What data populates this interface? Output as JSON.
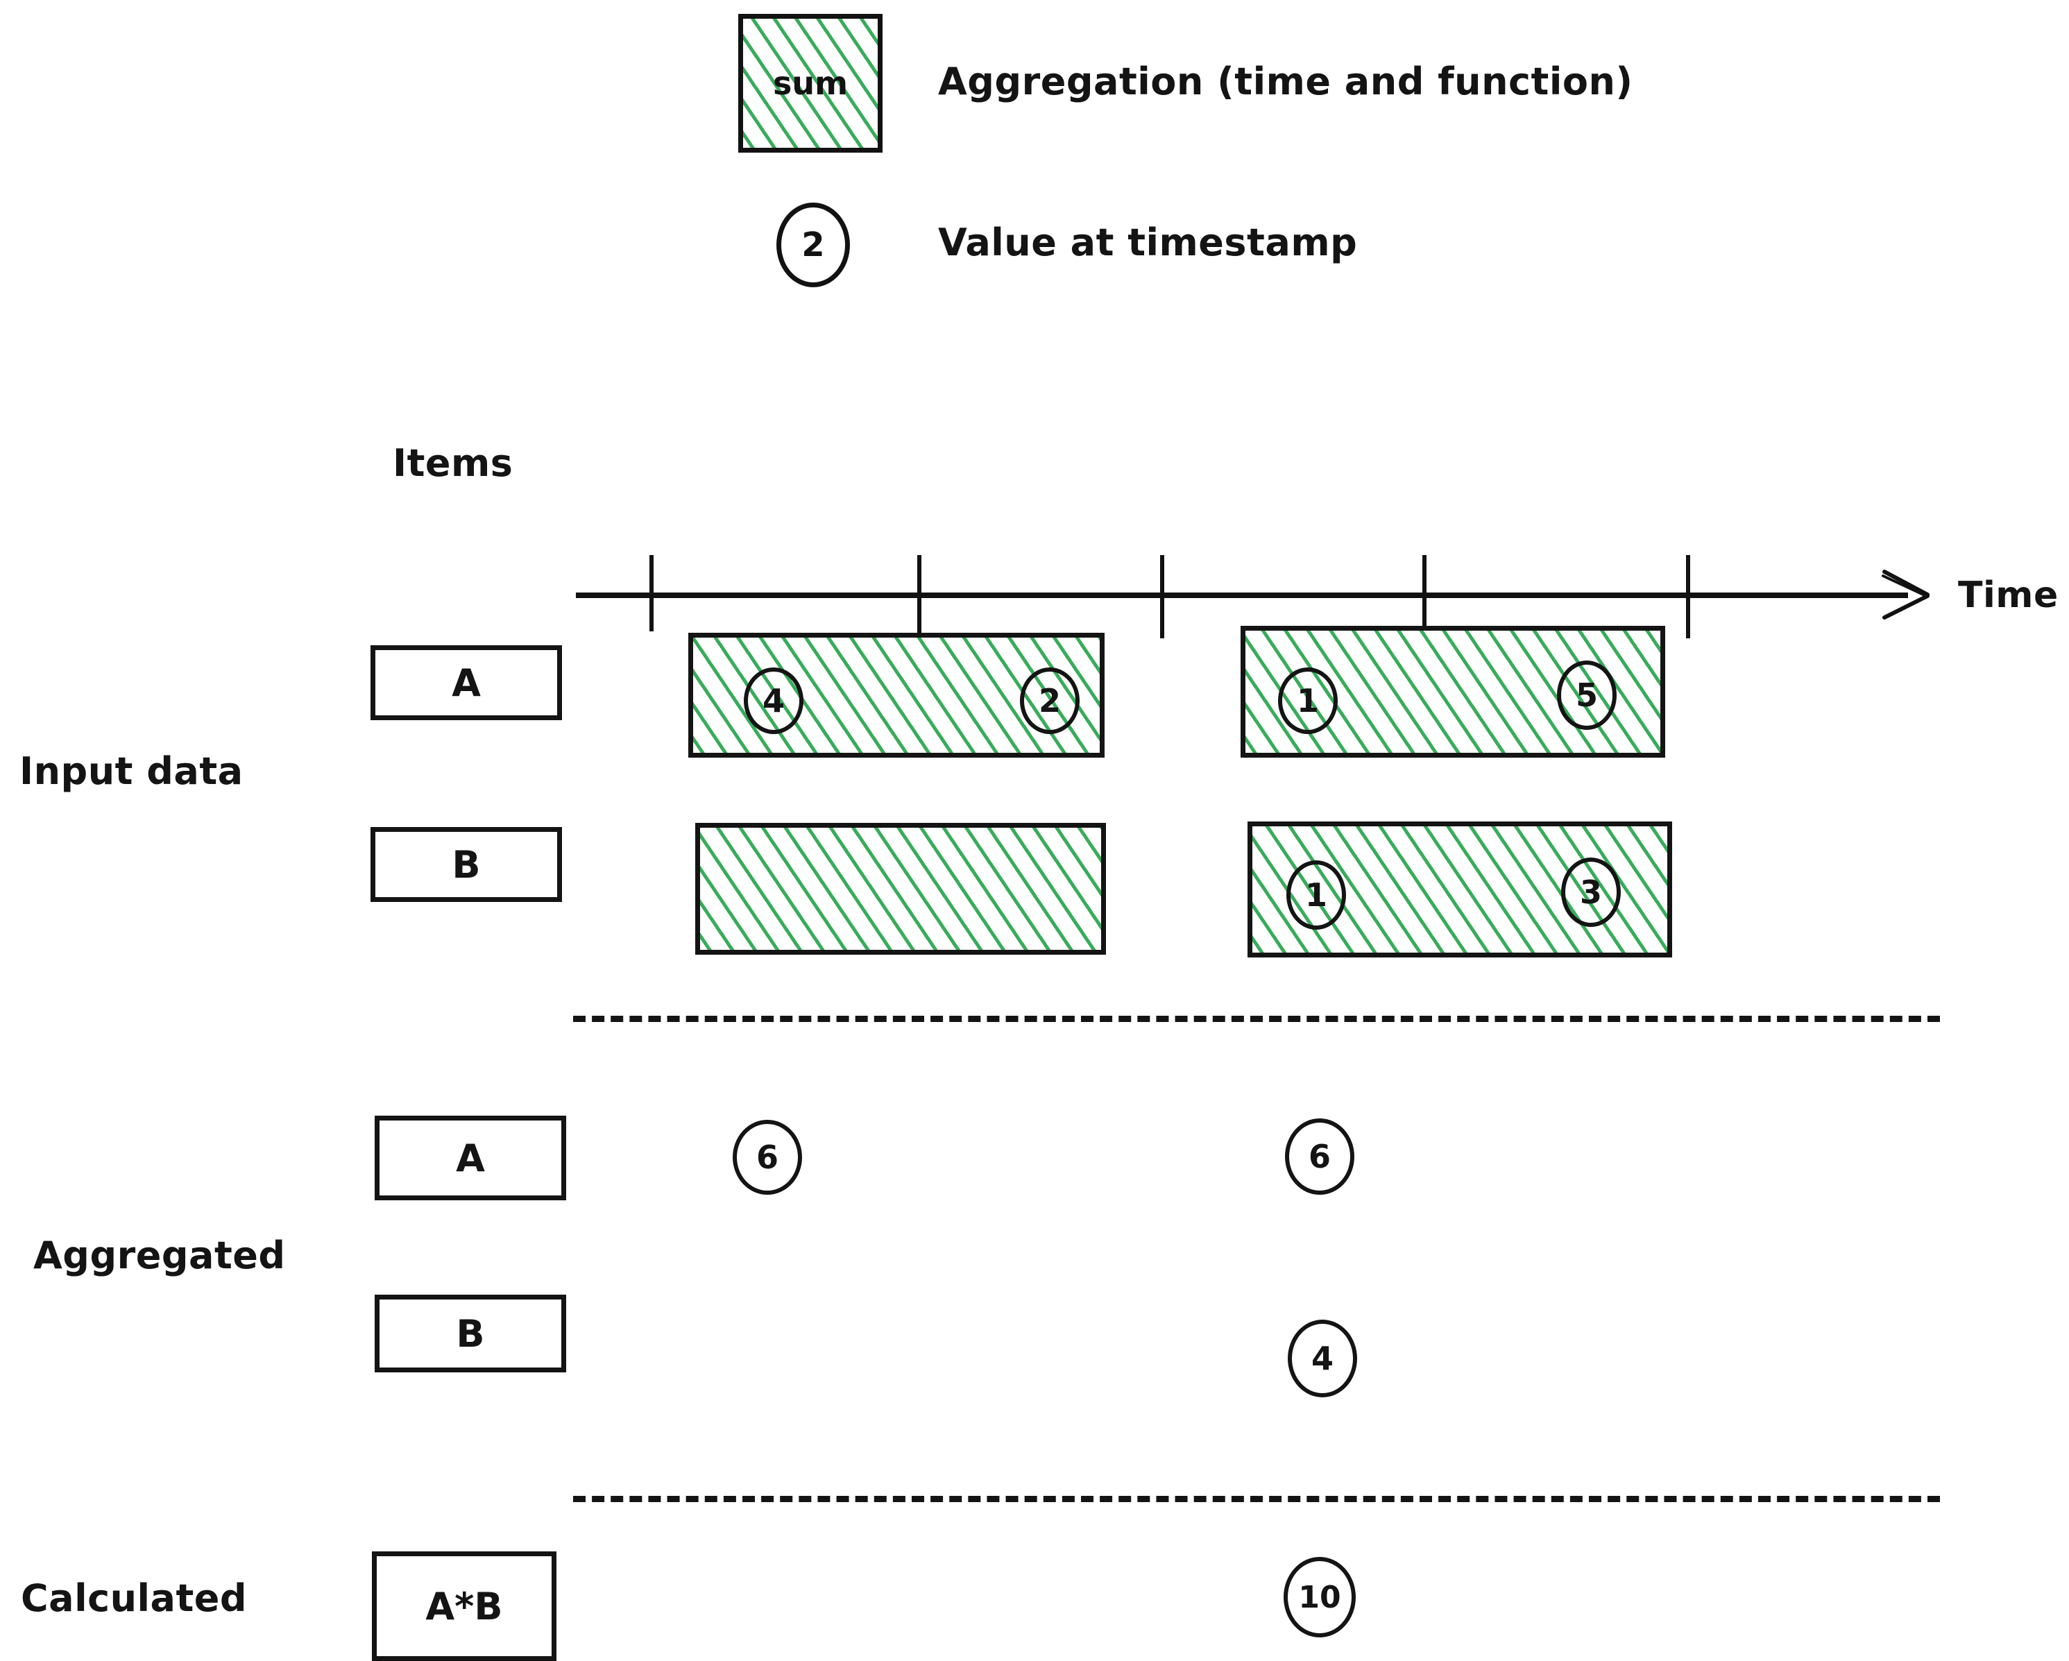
{
  "legend": {
    "items": [
      {
        "icon": "hatched-square-icon",
        "swatch_text": "sum",
        "label": "Aggregation (time and function)"
      },
      {
        "icon": "circle-icon",
        "circle_text": "2",
        "label": "Value at timestamp"
      }
    ]
  },
  "colors": {
    "hatch_green": "#38ac5a",
    "ink_black": "#141414",
    "background": "#ffffff"
  },
  "headers": {
    "items": "Items"
  },
  "sections": [
    {
      "label": "Input data"
    },
    {
      "label": "Aggregated"
    },
    {
      "label": "Calculated"
    }
  ],
  "timeline": {
    "axis_label": "Time",
    "arrow_icon": "arrow-right-icon",
    "tick_count": 5
  },
  "chart_data": {
    "type": "table",
    "title": "Aggregation (time and function) over a timeline",
    "xlabel": "Time",
    "ylabel": "",
    "legend": [
      {
        "symbol": "hatched-box",
        "text": "sum",
        "meaning": "Aggregation (time and function)"
      },
      {
        "symbol": "circle",
        "text": "2",
        "meaning": "Value at timestamp"
      }
    ],
    "sections": [
      {
        "name": "Input data",
        "rows": [
          {
            "item": "A",
            "windows": [
              {
                "window": 1,
                "values": [
                  "4",
                  "2"
                ]
              },
              {
                "window": 2,
                "values": [
                  "1",
                  "5"
                ]
              }
            ]
          },
          {
            "item": "B",
            "windows": [
              {
                "window": 1,
                "values": []
              },
              {
                "window": 2,
                "values": [
                  "1",
                  "3"
                ]
              }
            ]
          }
        ]
      },
      {
        "name": "Aggregated",
        "rows": [
          {
            "item": "A",
            "values": [
              {
                "window": 1,
                "value": "6"
              },
              {
                "window": 2,
                "value": "6"
              }
            ]
          },
          {
            "item": "B",
            "values": [
              {
                "window": 2,
                "value": "4"
              }
            ]
          }
        ]
      },
      {
        "name": "Calculated",
        "rows": [
          {
            "item": "A*B",
            "values": [
              {
                "window": 2,
                "value": "10"
              }
            ]
          }
        ]
      }
    ]
  },
  "items": {
    "input_a": "A",
    "input_b": "B",
    "agg_a": "A",
    "agg_b": "B",
    "calc_ab": "A*B"
  },
  "values": {
    "a1_left": "4",
    "a1_right": "2",
    "a2_left": "1",
    "a2_right": "5",
    "b2_left": "1",
    "b2_right": "3",
    "agg_a_1": "6",
    "agg_a_2": "6",
    "agg_b_2": "4",
    "calc_1": "10"
  }
}
